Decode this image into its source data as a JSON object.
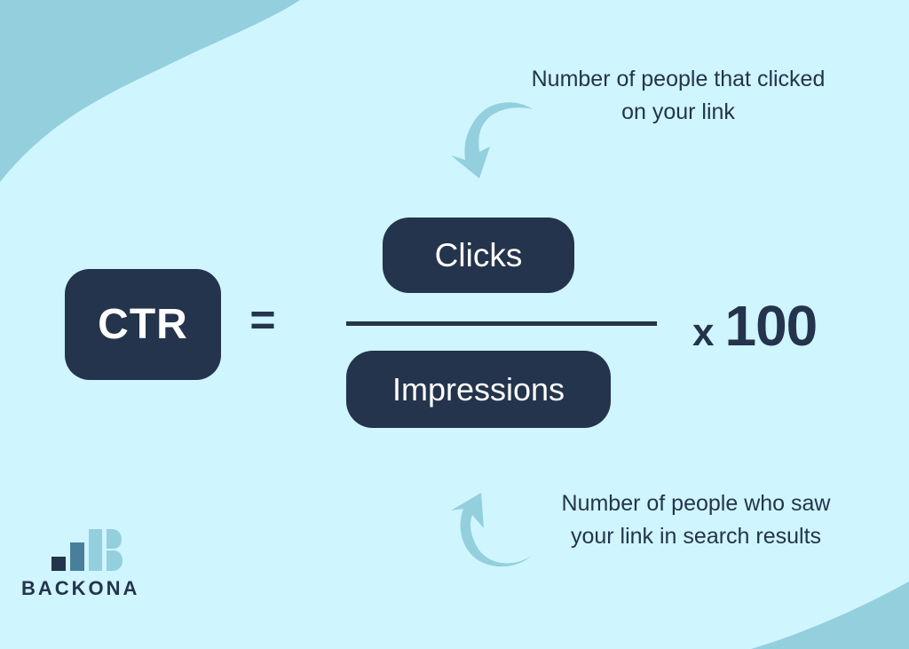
{
  "formula": {
    "result_label": "CTR",
    "equals_sign": "=",
    "numerator": "Clicks",
    "denominator": "Impressions",
    "multiplier_symbol": "x",
    "multiplier_value": "100"
  },
  "annotations": {
    "numerator_note": "Number of people that clicked on your link",
    "denominator_note": "Number of people who saw your link in search results"
  },
  "brand": {
    "name": "BACKONA"
  },
  "colors": {
    "background": "#cff5ff",
    "accent_light": "#94cfdd",
    "accent_mid": "#4a7f9c",
    "dark": "#24344d",
    "text_on_dark": "#ffffff"
  }
}
